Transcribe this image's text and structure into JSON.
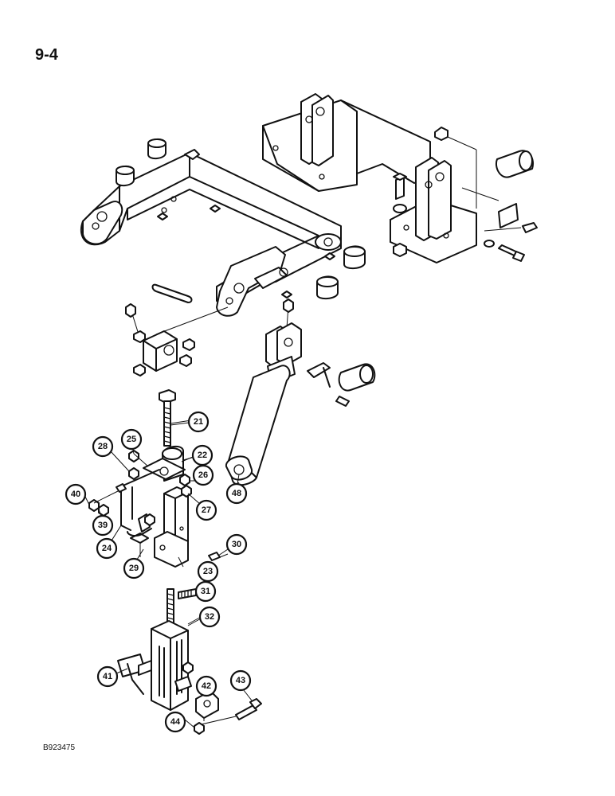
{
  "page": {
    "label": "9-4",
    "figure_code": "B923475"
  },
  "callouts": [
    {
      "id": "c21",
      "text": "21"
    },
    {
      "id": "c22",
      "text": "22"
    },
    {
      "id": "c23",
      "text": "23"
    },
    {
      "id": "c24",
      "text": "24"
    },
    {
      "id": "c25",
      "text": "25"
    },
    {
      "id": "c26",
      "text": "26"
    },
    {
      "id": "c27",
      "text": "27"
    },
    {
      "id": "c28",
      "text": "28"
    },
    {
      "id": "c29",
      "text": "29"
    },
    {
      "id": "c30",
      "text": "30"
    },
    {
      "id": "c31",
      "text": "31"
    },
    {
      "id": "c32",
      "text": "32"
    },
    {
      "id": "c39",
      "text": "39"
    },
    {
      "id": "c40",
      "text": "40"
    },
    {
      "id": "c41",
      "text": "41"
    },
    {
      "id": "c42",
      "text": "42"
    },
    {
      "id": "c43",
      "text": "43"
    },
    {
      "id": "c44",
      "text": "44"
    },
    {
      "id": "c48",
      "text": "48"
    }
  ]
}
